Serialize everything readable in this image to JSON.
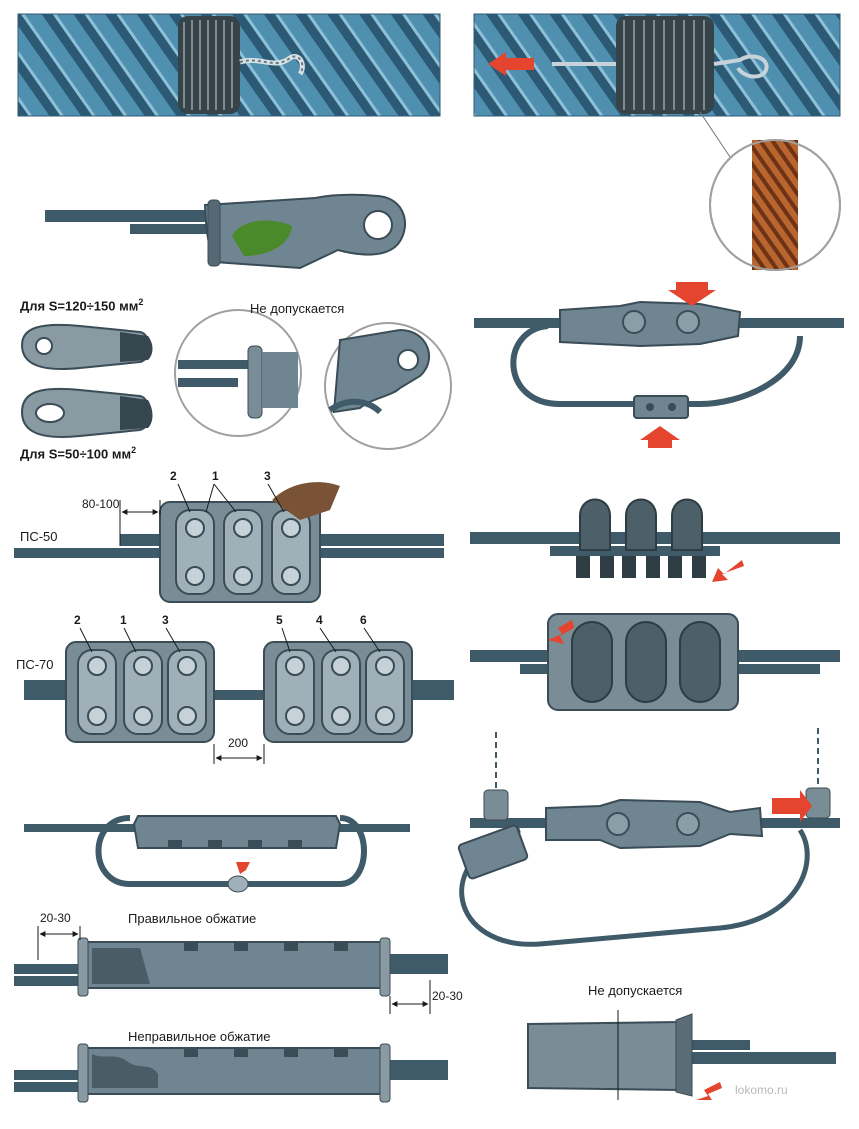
{
  "labels": {
    "s120_prefix": "Для S=120÷150 мм",
    "s50_prefix": "Для S=50÷100 мм",
    "sup2": "2",
    "not_allowed_top": "Не допускается",
    "not_allowed_bottom": "Не допускается",
    "correct_crimp": "Правильное обжатие",
    "incorrect_crimp": "Неправильное обжатие",
    "ps50": "ПС-50",
    "ps70": "ПС-70",
    "dim_80_100": "80-100",
    "dim_200": "200",
    "dim_20_30_left": "20-30",
    "dim_20_30_right": "20-30",
    "watermark": "lokomo.ru"
  },
  "ps50_numbers": [
    "2",
    "1",
    "3"
  ],
  "ps70_numbers": [
    "2",
    "1",
    "3",
    "5",
    "4",
    "6"
  ],
  "colors": {
    "cable_blue": "#4f8fb0",
    "cable_dark": "#2c5a74",
    "metal": "#6f8591",
    "metal_dark": "#3a4c56",
    "wire": "#3f5a68",
    "copper": "#a9582a",
    "arrow_red": "#e5452e",
    "ink": "#1a1a1a"
  }
}
